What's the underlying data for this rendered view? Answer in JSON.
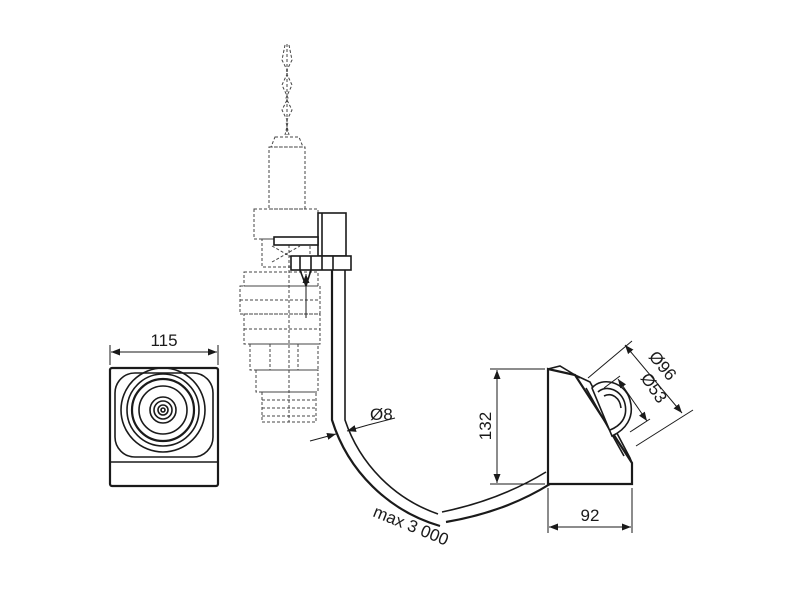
{
  "labels": {
    "width_front": "115",
    "hose_diameter": "Ø8",
    "height": "132",
    "depth": "92",
    "outer_diameter": "Ø96",
    "inner_diameter": "Ø53",
    "hose_length": "max 3 000"
  }
}
